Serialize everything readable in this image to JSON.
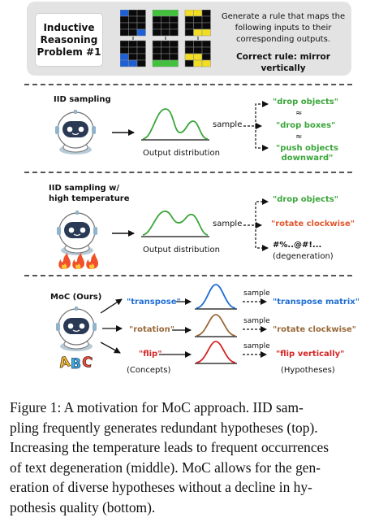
{
  "header": {
    "problem_label": [
      "Inductive",
      "Reasoning",
      "Problem #1"
    ],
    "task_lines": [
      "Generate a rule that maps the",
      "following inputs to their",
      "corresponding outputs."
    ],
    "correct_rule": "Correct rule: mirror vertically",
    "grid_colors": {
      "blue": "#1e5fd6",
      "green": "#3fc33a",
      "yellow": "#f1de24",
      "cell_bg": "#0a0a0a",
      "line": "#8a8a8a"
    }
  },
  "iid": {
    "label": "IID sampling",
    "output_label": "Output distribution",
    "sample_label": "sample",
    "hypotheses": [
      "\"drop objects\"",
      "\"drop boxes\"",
      "\"push objects\ndownward\""
    ],
    "approx_symbol": "≈",
    "hyp_color": "#3aa63a"
  },
  "hightemp": {
    "label": [
      "IID sampling w/",
      "high temperature"
    ],
    "output_label": "Output distribution",
    "sample_label": "sample",
    "hypotheses": [
      "\"drop objects\"",
      "\"rotate clockwise\"",
      "#%..@#!..."
    ],
    "degeneration_note": "(degeneration)",
    "hyp_colors": [
      "#3aa63a",
      "#e2562d",
      "#111111"
    ],
    "fire_icon": "fire-icon"
  },
  "moc": {
    "label": "MoC (Ours)",
    "concepts": [
      "\"transpose\"",
      "\"rotation\"",
      "\"flip\""
    ],
    "concept_colors": [
      "#1f6ed4",
      "#9a6a3c",
      "#d62424"
    ],
    "concepts_label": "(Concepts)",
    "sample_label": "sample",
    "hypotheses": [
      "\"transpose matrix\"",
      "\"rotate clockwise\"",
      "\"flip vertically\""
    ],
    "hypotheses_label": "(Hypotheses)",
    "abc_icon": "abc-letters-icon"
  },
  "caption": [
    "Figure 1: A motivation for MoC approach. IID sam-",
    "pling frequently generates redundant hypotheses (top).",
    "Increasing the temperature leads to frequent occurrences",
    "of text degeneration (middle). MoC allows for the gen-",
    "eration of diverse hypotheses without a decline in hy-",
    "pothesis quality (bottom)."
  ]
}
